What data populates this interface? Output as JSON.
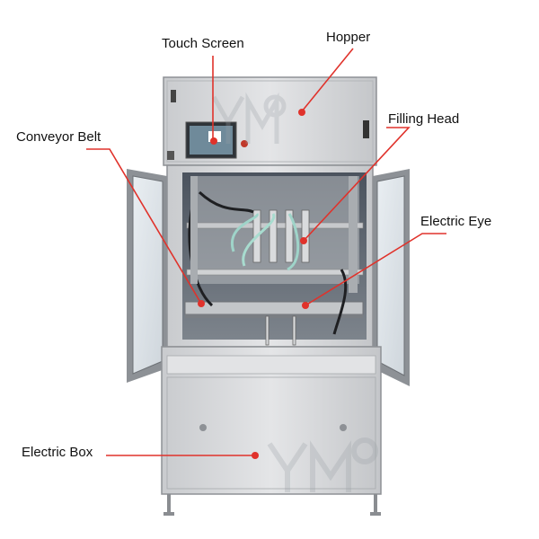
{
  "callouts": {
    "touch_screen": "Touch Screen",
    "hopper": "Hopper",
    "filling_head": "Filling Head",
    "conveyor_belt": "Conveyor Belt",
    "electric_eye": "Electric Eye",
    "electric_box": "Electric Box"
  },
  "colors": {
    "callout_line": "#e0322b",
    "steel": "#d4d6d8",
    "steel_dark": "#9a9da0",
    "interior": "#5c6470"
  },
  "logo": {
    "watermark_text": "YMQ"
  }
}
